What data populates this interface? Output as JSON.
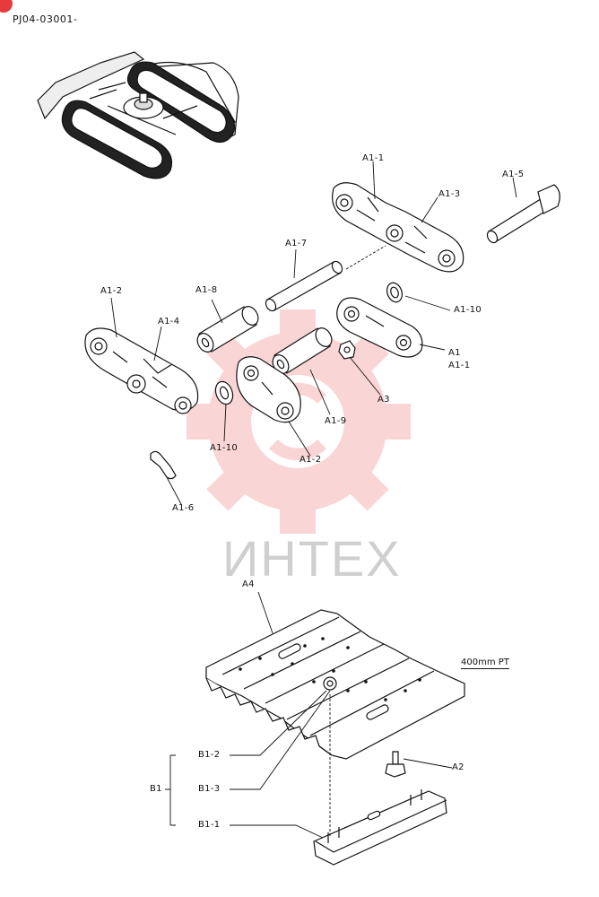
{
  "document": {
    "code": "PJ04-03001-"
  },
  "watermark": {
    "text": "ИНТЕХ",
    "color": "#f4a3a3"
  },
  "accent_color": "#e53b3b",
  "pitch_note": "400mm PT",
  "callouts": {
    "a1_1_top": "A1-1",
    "a1_3": "A1-3",
    "a1_5": "A1-5",
    "a1_7": "A1-7",
    "a1_8": "A1-8",
    "a1_2_left": "A1-2",
    "a1_4": "A1-4",
    "a1_10_right": "A1-10",
    "a1": "A1",
    "a1_1_right": "A1-1",
    "a3": "A3",
    "a1_9": "A1-9",
    "a1_10_bottom": "A1-10",
    "a1_2_bottom": "A1-2",
    "a1_6": "A1-6",
    "a4": "A4",
    "a2": "A2",
    "b1_2": "B1-2",
    "b1": "B1",
    "b1_3": "B1-3",
    "b1_1": "B1-1"
  }
}
